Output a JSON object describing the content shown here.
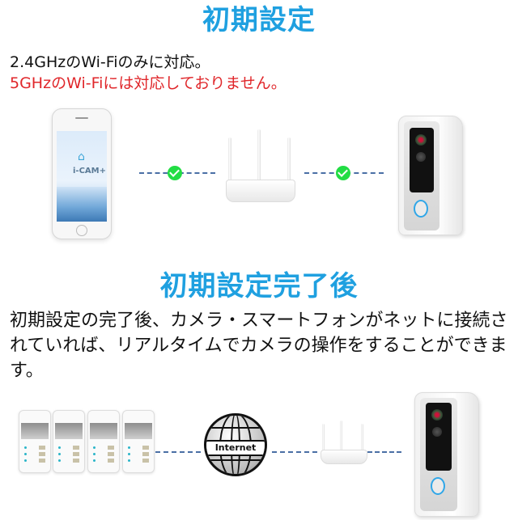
{
  "section1": {
    "title": "初期設定",
    "note_black": "2.4GHzのWi-Fiのみに対応。",
    "note_red": "5GHzのWi-Fiには対応しておりません。",
    "phone_app_label": "i-CAM+",
    "icons": [
      "smartphone-icon",
      "check-icon",
      "router-icon",
      "check-icon",
      "doorbell-camera-icon"
    ]
  },
  "section2": {
    "title": "初期設定完了後",
    "description": "初期設定の完了後、カメラ・スマートフォンがネットに接続されていれば、リアルタイムでカメラの操作をすることができます。",
    "globe_label": "Internet",
    "phone_count": 4,
    "icons": [
      "smartphones-icon",
      "internet-globe-icon",
      "router-icon",
      "doorbell-camera-icon"
    ]
  },
  "colors": {
    "heading": "#1fa0e0",
    "warning": "#e0262a",
    "check": "#22dd44",
    "dash": "#4a6fa5",
    "doorbell_ring": "#2fa6e8"
  }
}
